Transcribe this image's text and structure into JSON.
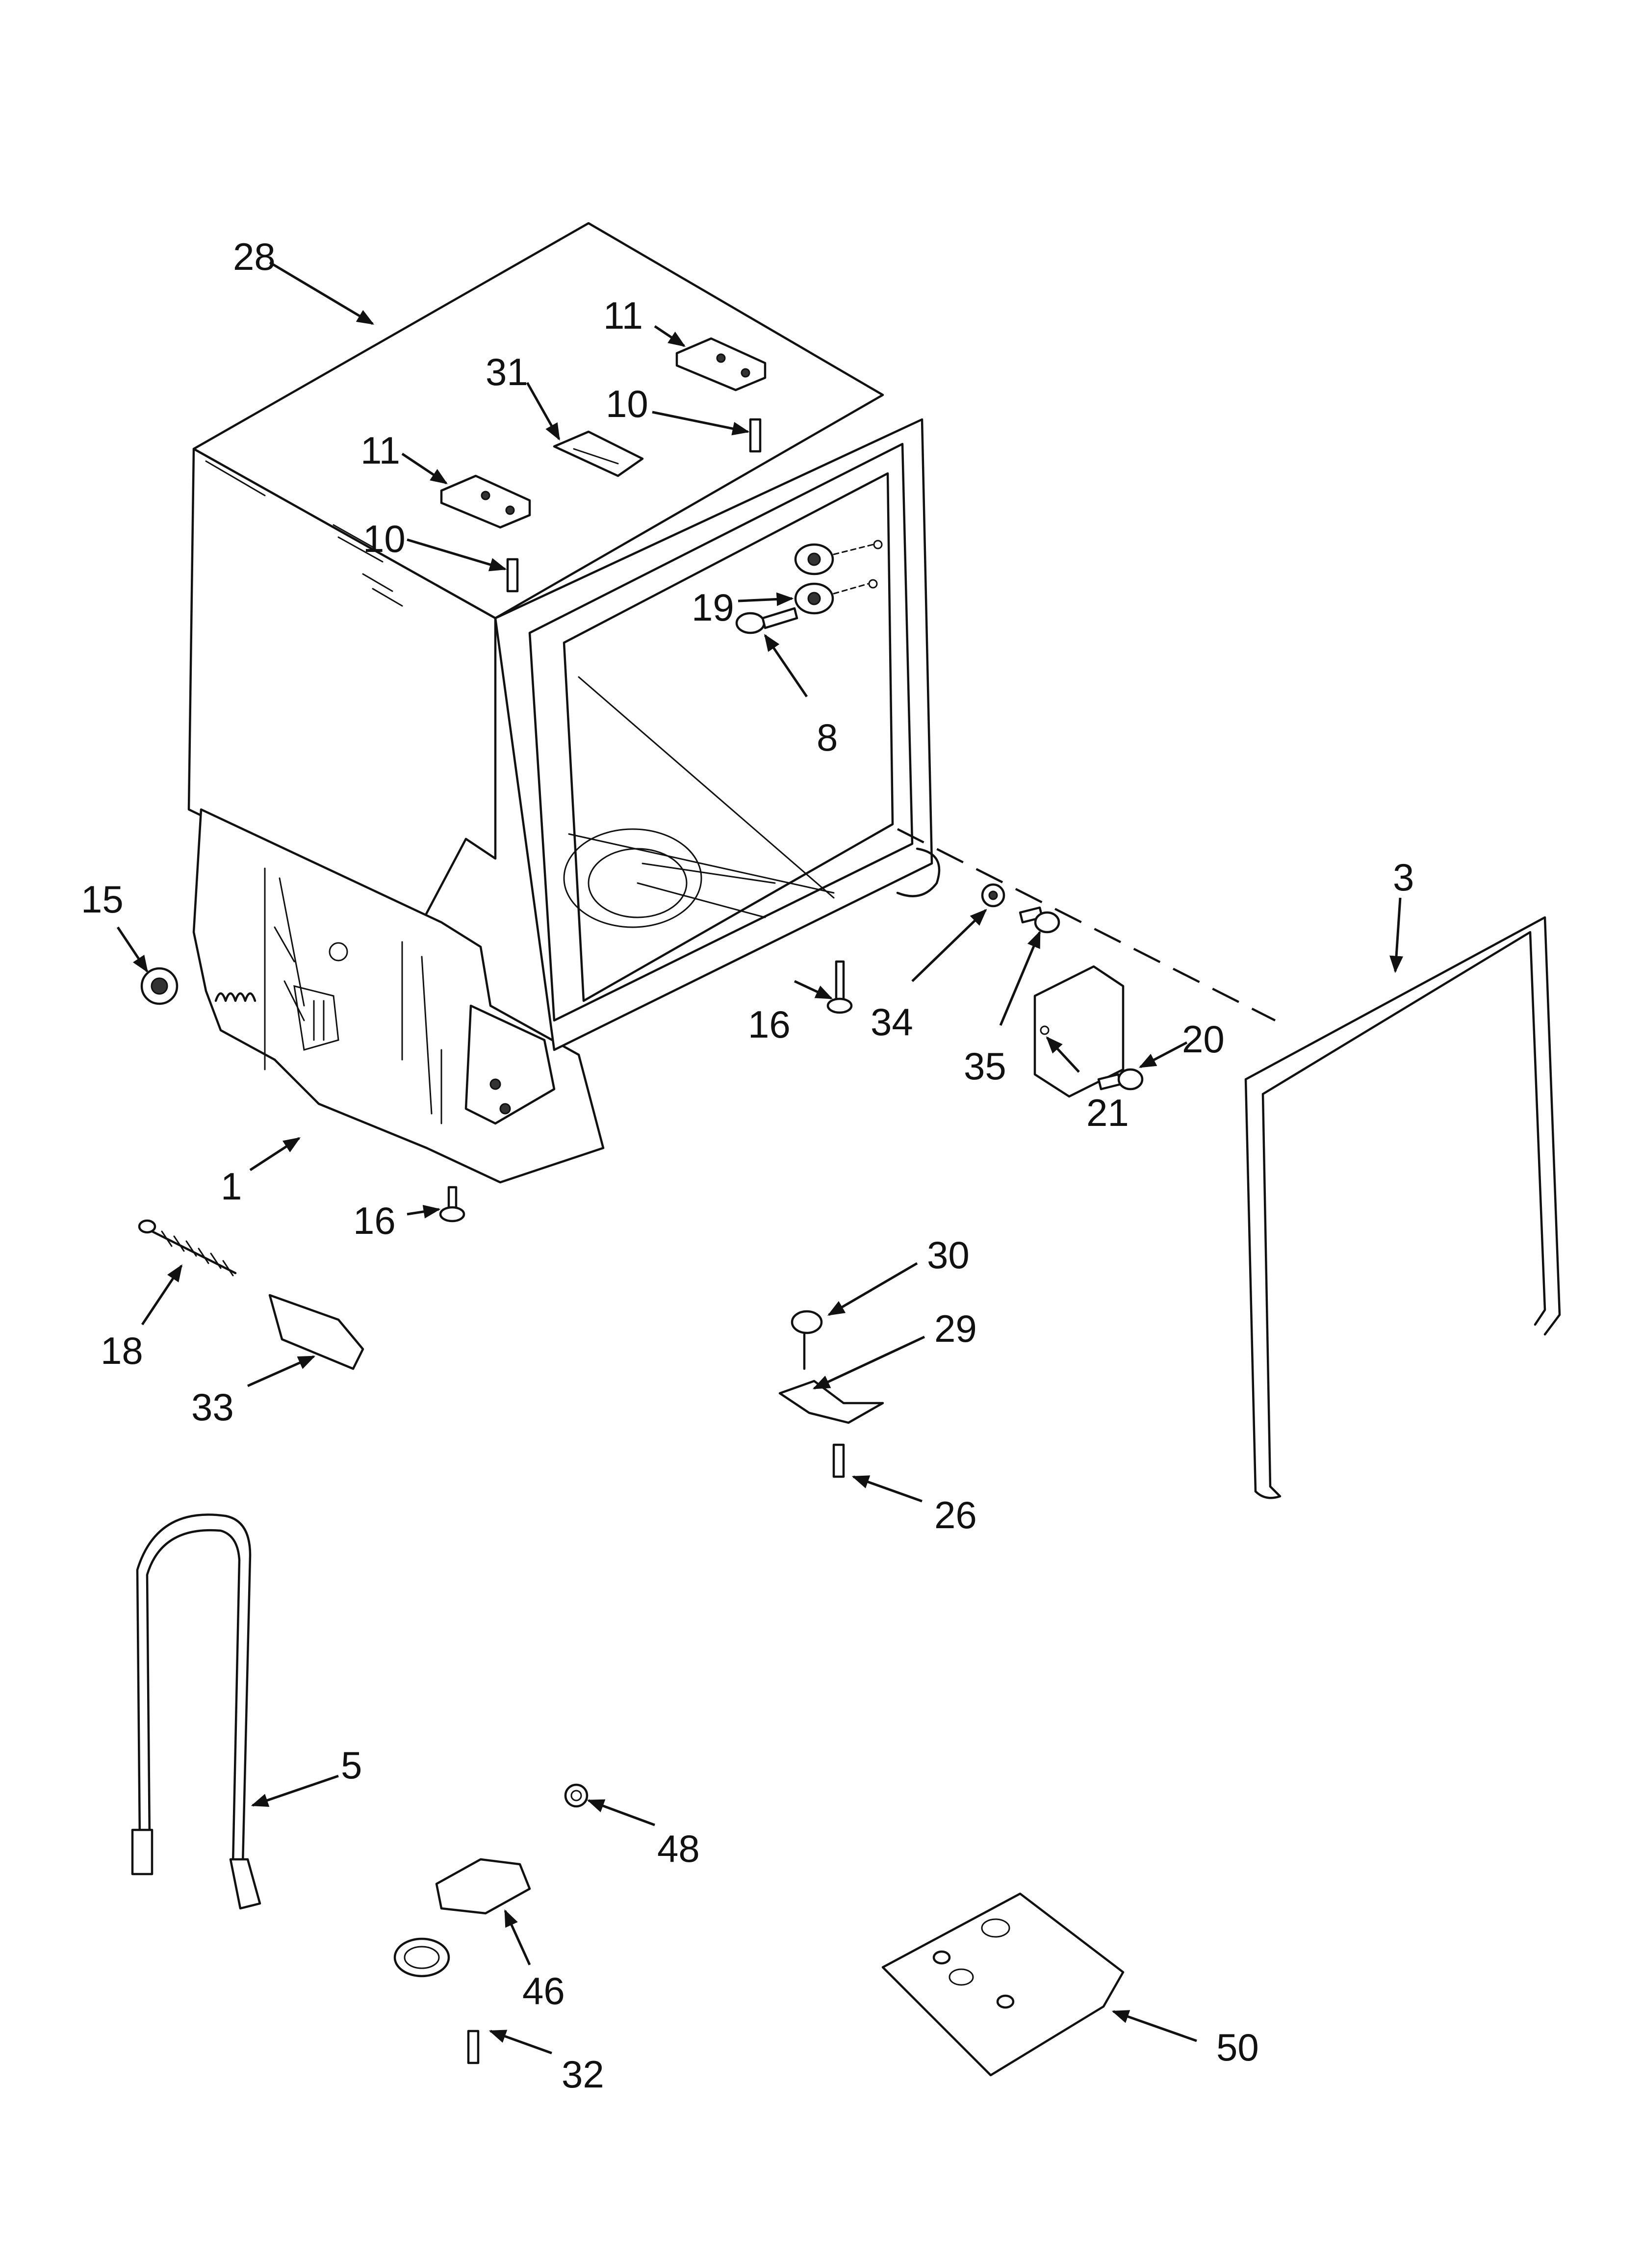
{
  "callouts": [
    {
      "id": "c28",
      "label": "28"
    },
    {
      "id": "c11a",
      "label": "11"
    },
    {
      "id": "c10a",
      "label": "10"
    },
    {
      "id": "c31",
      "label": "31"
    },
    {
      "id": "c11b",
      "label": "11"
    },
    {
      "id": "c10b",
      "label": "10"
    },
    {
      "id": "c19",
      "label": "19"
    },
    {
      "id": "c8",
      "label": "8"
    },
    {
      "id": "c15",
      "label": "15"
    },
    {
      "id": "c3",
      "label": "3"
    },
    {
      "id": "c16a",
      "label": "16"
    },
    {
      "id": "c34",
      "label": "34"
    },
    {
      "id": "c35",
      "label": "35"
    },
    {
      "id": "c20",
      "label": "20"
    },
    {
      "id": "c21",
      "label": "21"
    },
    {
      "id": "c1",
      "label": "1"
    },
    {
      "id": "c16b",
      "label": "16"
    },
    {
      "id": "c18",
      "label": "18"
    },
    {
      "id": "c33",
      "label": "33"
    },
    {
      "id": "c30",
      "label": "30"
    },
    {
      "id": "c29",
      "label": "29"
    },
    {
      "id": "c26",
      "label": "26"
    },
    {
      "id": "c5",
      "label": "5"
    },
    {
      "id": "c48",
      "label": "48"
    },
    {
      "id": "c46",
      "label": "46"
    },
    {
      "id": "c32",
      "label": "32"
    },
    {
      "id": "c50",
      "label": "50"
    }
  ]
}
